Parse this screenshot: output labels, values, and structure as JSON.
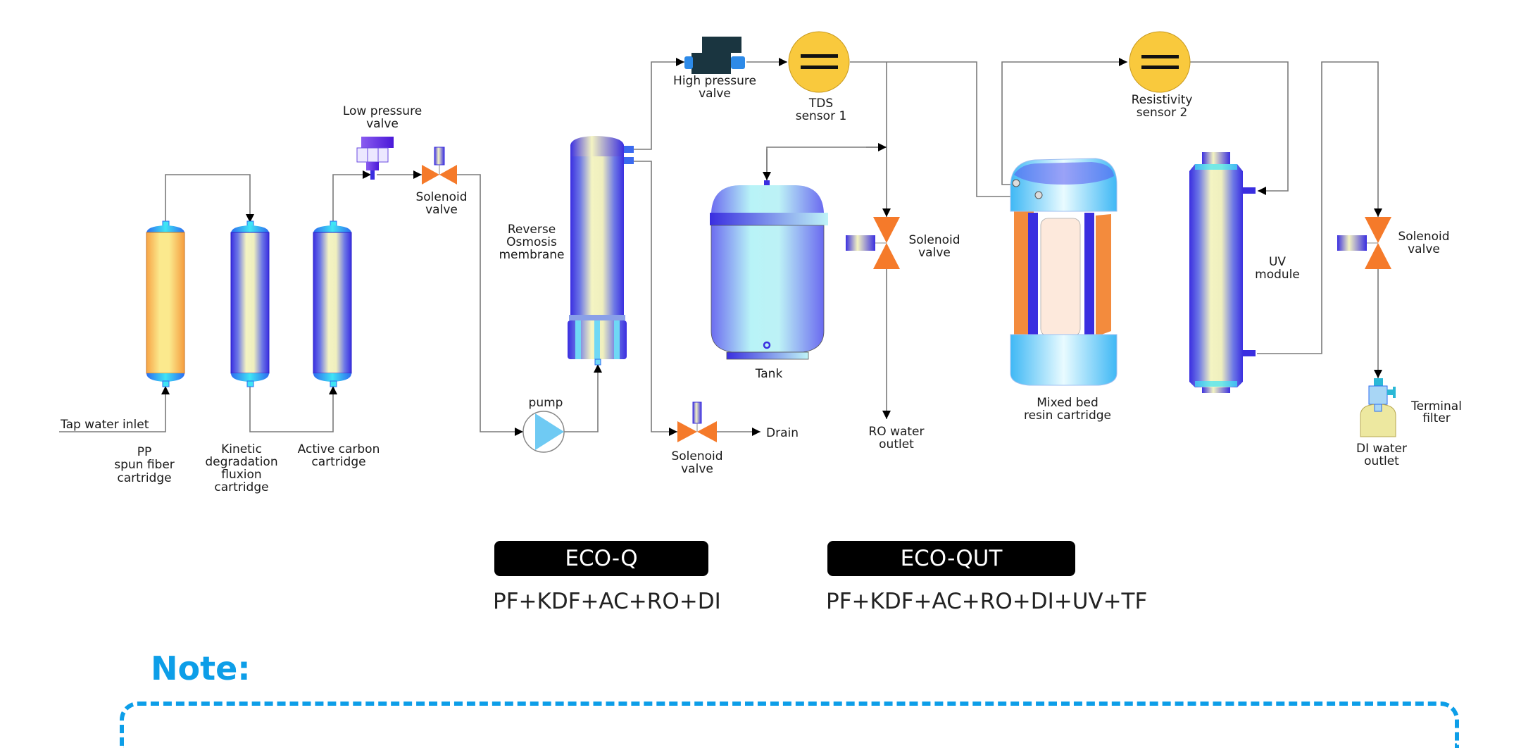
{
  "components": {
    "tap_inlet": "Tap water inlet",
    "pp": [
      "PP",
      "spun fiber",
      "cartridge"
    ],
    "kdf": [
      "Kinetic",
      "degradation",
      "fluxion",
      "cartridge"
    ],
    "ac": [
      "Active carbon",
      "cartridge"
    ],
    "low_pressure_valve": [
      "Low pressure",
      "valve"
    ],
    "solenoid_1": [
      "Solenoid",
      "valve"
    ],
    "pump": "pump",
    "ro": [
      "Reverse",
      "Osmosis",
      "membrane"
    ],
    "high_pressure_valve": [
      "High pressure",
      "valve"
    ],
    "tds": [
      "TDS",
      "sensor 1"
    ],
    "drain_solenoid": [
      "Solenoid",
      "valve"
    ],
    "drain": "Drain",
    "tank": "Tank",
    "ro_solenoid": [
      "Solenoid",
      "valve"
    ],
    "ro_outlet": [
      "RO water",
      "outlet"
    ],
    "mixed_bed": [
      "Mixed bed",
      "resin cartridge"
    ],
    "resistivity": [
      "Resistivity",
      "sensor 2"
    ],
    "uv": [
      "UV",
      "module"
    ],
    "di_solenoid": [
      "Solenoid",
      "valve"
    ],
    "terminal_filter": [
      "Terminal",
      "filter"
    ],
    "di_outlet": [
      "DI water",
      "outlet"
    ]
  },
  "models": [
    {
      "name": "ECO-Q",
      "combo": "PF+KDF+AC+RO+DI"
    },
    {
      "name": "ECO-QUT",
      "combo": "PF+KDF+AC+RO+DI+UV+TF"
    }
  ],
  "note": {
    "title": "Note:"
  },
  "colors": {
    "accent": "#0d9ee8",
    "valve_orange": "#f57a2a",
    "sensor_yellow": "#f9c93d",
    "pipe": "#7a7a7a"
  }
}
